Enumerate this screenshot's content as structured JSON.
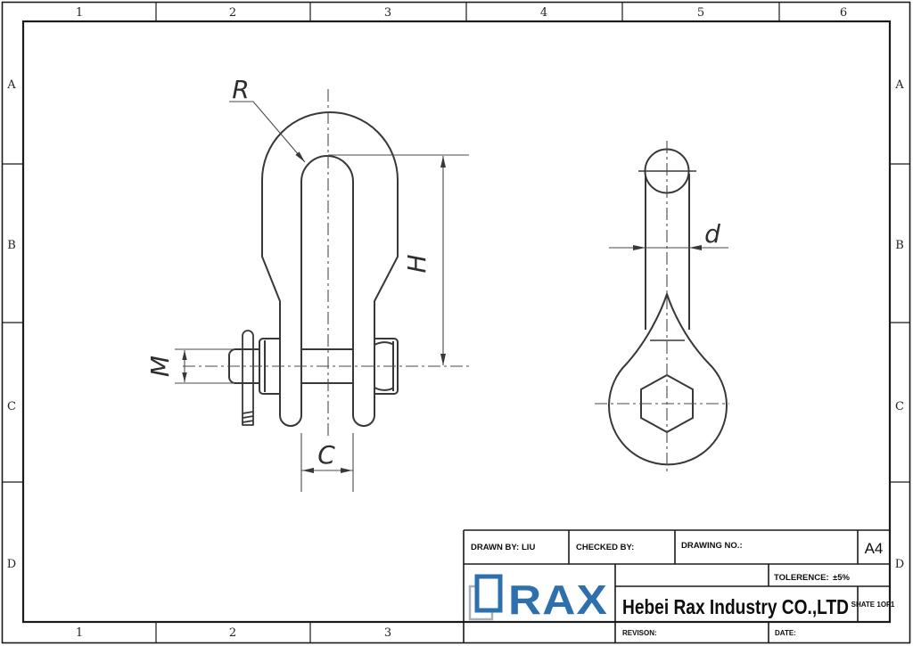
{
  "sheet": {
    "zone_columns": [
      "1",
      "2",
      "3",
      "4",
      "5",
      "6"
    ],
    "zone_columns_bottom": [
      "1",
      "2",
      "3"
    ],
    "zone_rows": [
      "A",
      "B",
      "C",
      "D"
    ]
  },
  "title_block": {
    "drawn_by_label": "DRAWN BY:",
    "drawn_by_value": "LIU",
    "checked_by_label": "CHECKED BY:",
    "drawing_no_label": "DRAWING NO.:",
    "paper_size": "A4",
    "tolerance_label": "TOLERENCE:",
    "tolerance_value": "±5%",
    "company_name": "Hebei Rax Industry CO.,LTD",
    "sheet_number": "SHATE 1OF1",
    "revision_label": "REVISON:",
    "date_label": "DATE:",
    "logo_text": "RAX",
    "logo_color": "#2e6fae"
  },
  "drawing": {
    "dimension_labels": {
      "crown_radius": "R",
      "inside_length": "H",
      "pin_diameter": "M",
      "jaw_width": "C",
      "bow_diameter": "d"
    }
  },
  "colors": {
    "object_line": "#383838",
    "dimension_line": "#4a4a4a",
    "border_line": "#1a1a1a",
    "logo_blue": "#2e6fae",
    "logo_gray": "#a9b0b7"
  }
}
